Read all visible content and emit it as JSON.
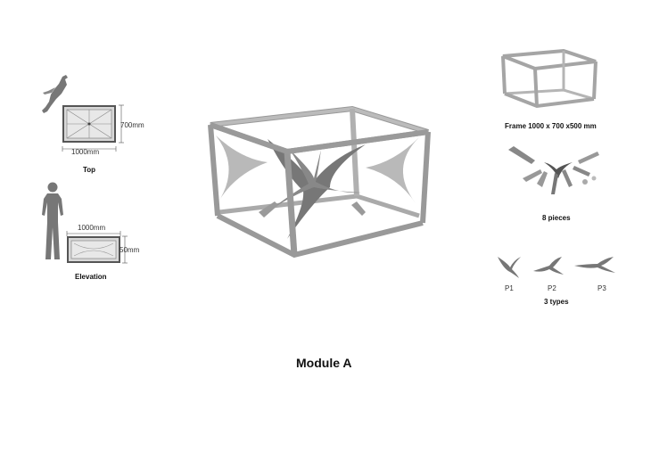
{
  "top_view": {
    "height_dim": "700mm",
    "width_dim": "1000mm",
    "caption": "Top"
  },
  "elevation_view": {
    "width_dim": "1000mm",
    "height_dim": "50mm",
    "caption": "Elevation"
  },
  "frame": {
    "caption": "Frame 1000 x 700 x500 mm"
  },
  "pieces": {
    "caption": "8 pieces"
  },
  "types": {
    "labels": [
      "P1",
      "P2",
      "P3"
    ],
    "caption": "3 types"
  },
  "module": {
    "title": "Module A"
  }
}
